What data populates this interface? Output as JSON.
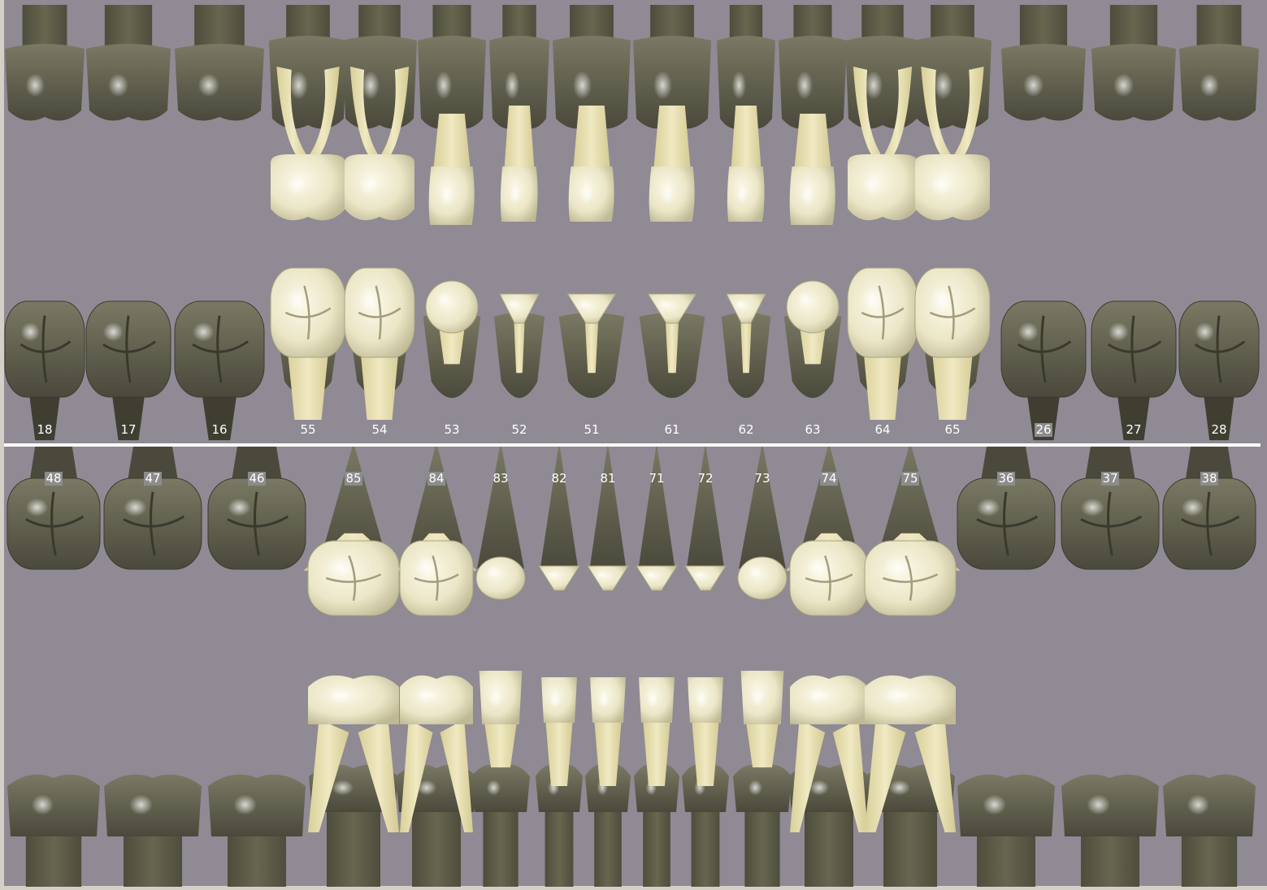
{
  "colors": {
    "background": "#8f8a93",
    "permanent_tooth": "#5d5c4c",
    "permanent_root": "#5a5942",
    "primary_crown": "#ece7c9",
    "primary_root": "#e4dca8",
    "divider": "#ffffff",
    "frame": "#d4d0c8"
  },
  "upper": {
    "permanent_left": [
      {
        "num": "18",
        "icon": "molar-occlusal-icon"
      },
      {
        "num": "17",
        "icon": "molar-occlusal-icon"
      },
      {
        "num": "16",
        "icon": "molar-occlusal-icon"
      }
    ],
    "primary": [
      {
        "num": "55",
        "icon": "primary-molar-icon"
      },
      {
        "num": "54",
        "icon": "primary-molar-icon"
      },
      {
        "num": "53",
        "icon": "primary-canine-icon"
      },
      {
        "num": "52",
        "icon": "primary-incisor-icon"
      },
      {
        "num": "51",
        "icon": "primary-incisor-icon"
      },
      {
        "num": "61",
        "icon": "primary-incisor-icon"
      },
      {
        "num": "62",
        "icon": "primary-incisor-icon"
      },
      {
        "num": "63",
        "icon": "primary-canine-icon"
      },
      {
        "num": "64",
        "icon": "primary-molar-icon"
      },
      {
        "num": "65",
        "icon": "primary-molar-icon"
      }
    ],
    "permanent_right": [
      {
        "num": "26",
        "icon": "molar-occlusal-icon"
      },
      {
        "num": "27",
        "icon": "molar-occlusal-icon"
      },
      {
        "num": "28",
        "icon": "molar-occlusal-icon"
      }
    ]
  },
  "lower": {
    "permanent_left": [
      {
        "num": "48",
        "icon": "molar-occlusal-icon"
      },
      {
        "num": "47",
        "icon": "molar-occlusal-icon"
      },
      {
        "num": "46",
        "icon": "molar-occlusal-icon"
      }
    ],
    "primary": [
      {
        "num": "85",
        "icon": "primary-molar-icon"
      },
      {
        "num": "84",
        "icon": "primary-molar-icon"
      },
      {
        "num": "83",
        "icon": "primary-canine-icon"
      },
      {
        "num": "82",
        "icon": "primary-incisor-icon"
      },
      {
        "num": "81",
        "icon": "primary-incisor-icon"
      },
      {
        "num": "71",
        "icon": "primary-incisor-icon"
      },
      {
        "num": "72",
        "icon": "primary-incisor-icon"
      },
      {
        "num": "73",
        "icon": "primary-canine-icon"
      },
      {
        "num": "74",
        "icon": "primary-molar-icon"
      },
      {
        "num": "75",
        "icon": "primary-molar-icon"
      }
    ],
    "permanent_right": [
      {
        "num": "36",
        "icon": "molar-occlusal-icon"
      },
      {
        "num": "37",
        "icon": "molar-occlusal-icon"
      },
      {
        "num": "38",
        "icon": "molar-occlusal-icon"
      }
    ]
  }
}
